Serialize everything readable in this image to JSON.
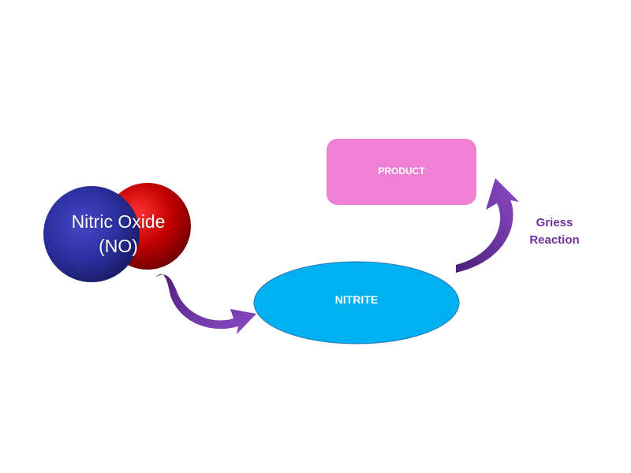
{
  "molecule": {
    "line1": "Nitric Oxide",
    "line2": "(NO)"
  },
  "nitrite": {
    "label": "NITRITE"
  },
  "product": {
    "label": "PRODUCT"
  },
  "reaction": {
    "line1": "Griess",
    "line2": "Reaction"
  },
  "colors": {
    "nitrogen_atom": "#2b2f9e",
    "oxygen_atom": "#c00000",
    "nitrite_fill": "#00b0f0",
    "nitrite_stroke": "#2e75b6",
    "product_fill": "#ee80d6",
    "arrow": "#7030a0",
    "reaction_text": "#7030a0"
  }
}
